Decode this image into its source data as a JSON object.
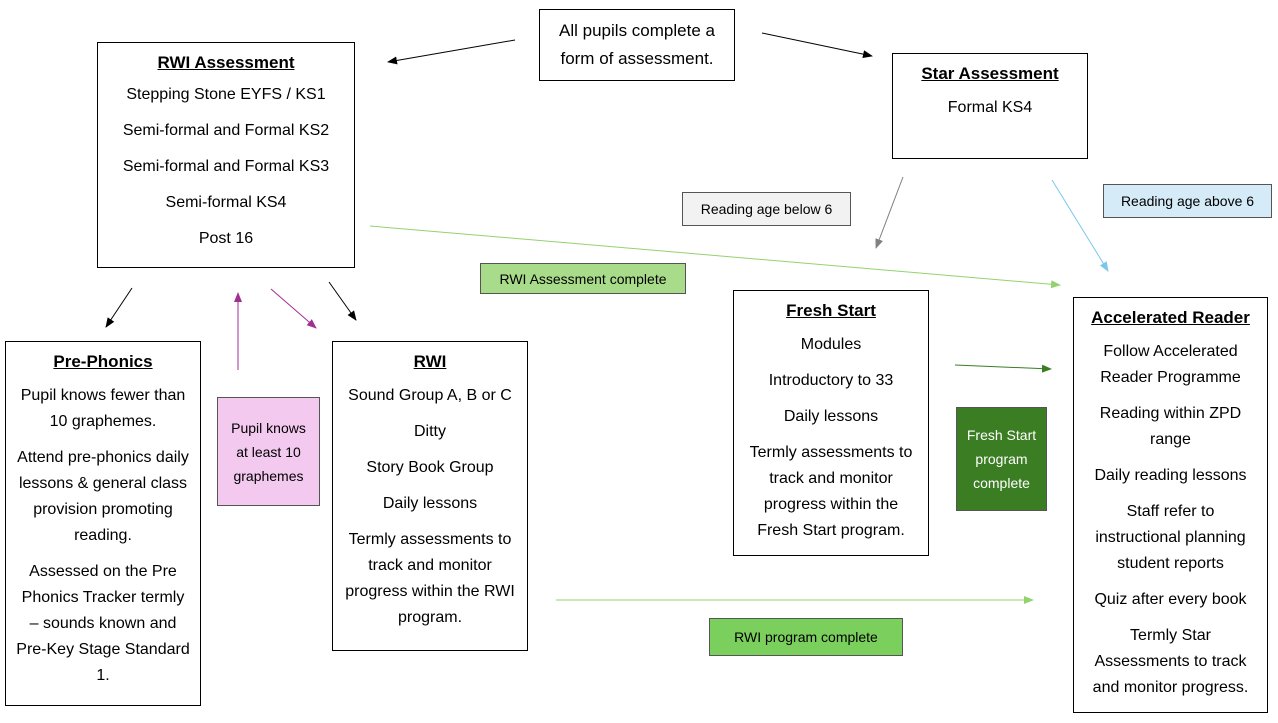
{
  "top_note": {
    "line1": "All pupils complete a",
    "line2": "form of assessment."
  },
  "rwi_assessment": {
    "title": "RWI Assessment",
    "items": [
      "Stepping Stone EYFS / KS1",
      "Semi-formal and Formal KS2",
      "Semi-formal and Formal KS3",
      "Semi-formal KS4",
      "Post 16"
    ]
  },
  "star_assessment": {
    "title": "Star Assessment",
    "items": [
      "Formal KS4"
    ]
  },
  "pre_phonics": {
    "title": "Pre-Phonics",
    "items": [
      "Pupil knows fewer than 10 graphemes.",
      "Attend pre-phonics daily lessons & general class provision promoting reading.",
      "Assessed on the Pre Phonics Tracker termly – sounds known and Pre-Key Stage Standard 1."
    ]
  },
  "rwi": {
    "title": "RWI",
    "items": [
      "Sound Group A, B or C",
      "Ditty",
      "Story Book Group",
      "Daily lessons",
      "Termly assessments to track and monitor progress within the RWI program."
    ]
  },
  "fresh_start": {
    "title": "Fresh Start",
    "items": [
      "Modules",
      "Introductory to 33",
      "Daily lessons",
      "Termly assessments to track and monitor progress within the Fresh Start program."
    ]
  },
  "accelerated_reader": {
    "title": "Accelerated Reader",
    "items": [
      "Follow Accelerated Reader Programme",
      "Reading within ZPD range",
      "Daily reading lessons",
      "Staff refer to instructional planning student reports",
      "Quiz after every book",
      "Termly Star Assessments to track and monitor progress."
    ]
  },
  "labels": {
    "pupil_knows": "Pupil knows at least 10 graphemes",
    "reading_below": "Reading age below 6",
    "reading_above": "Reading age above 6",
    "rwi_assessment_complete": "RWI Assessment complete",
    "rwi_program_complete": "RWI program complete",
    "fresh_start_complete": "Fresh Start program complete"
  },
  "colors": {
    "pink_label": "#f3c9f0",
    "grey_label": "#f2f2f2",
    "blue_label": "#d6ebf8",
    "green_label": "#a9dc8a",
    "green_label_mid": "#7bcf5d",
    "dark_green_label": "#3a7d22",
    "arrow_black": "#000000",
    "arrow_purple": "#a0308f",
    "arrow_grey": "#808080",
    "arrow_blue": "#7ac8ea",
    "arrow_lightgreen": "#92d36e",
    "arrow_darkgreen": "#3a7d22"
  }
}
